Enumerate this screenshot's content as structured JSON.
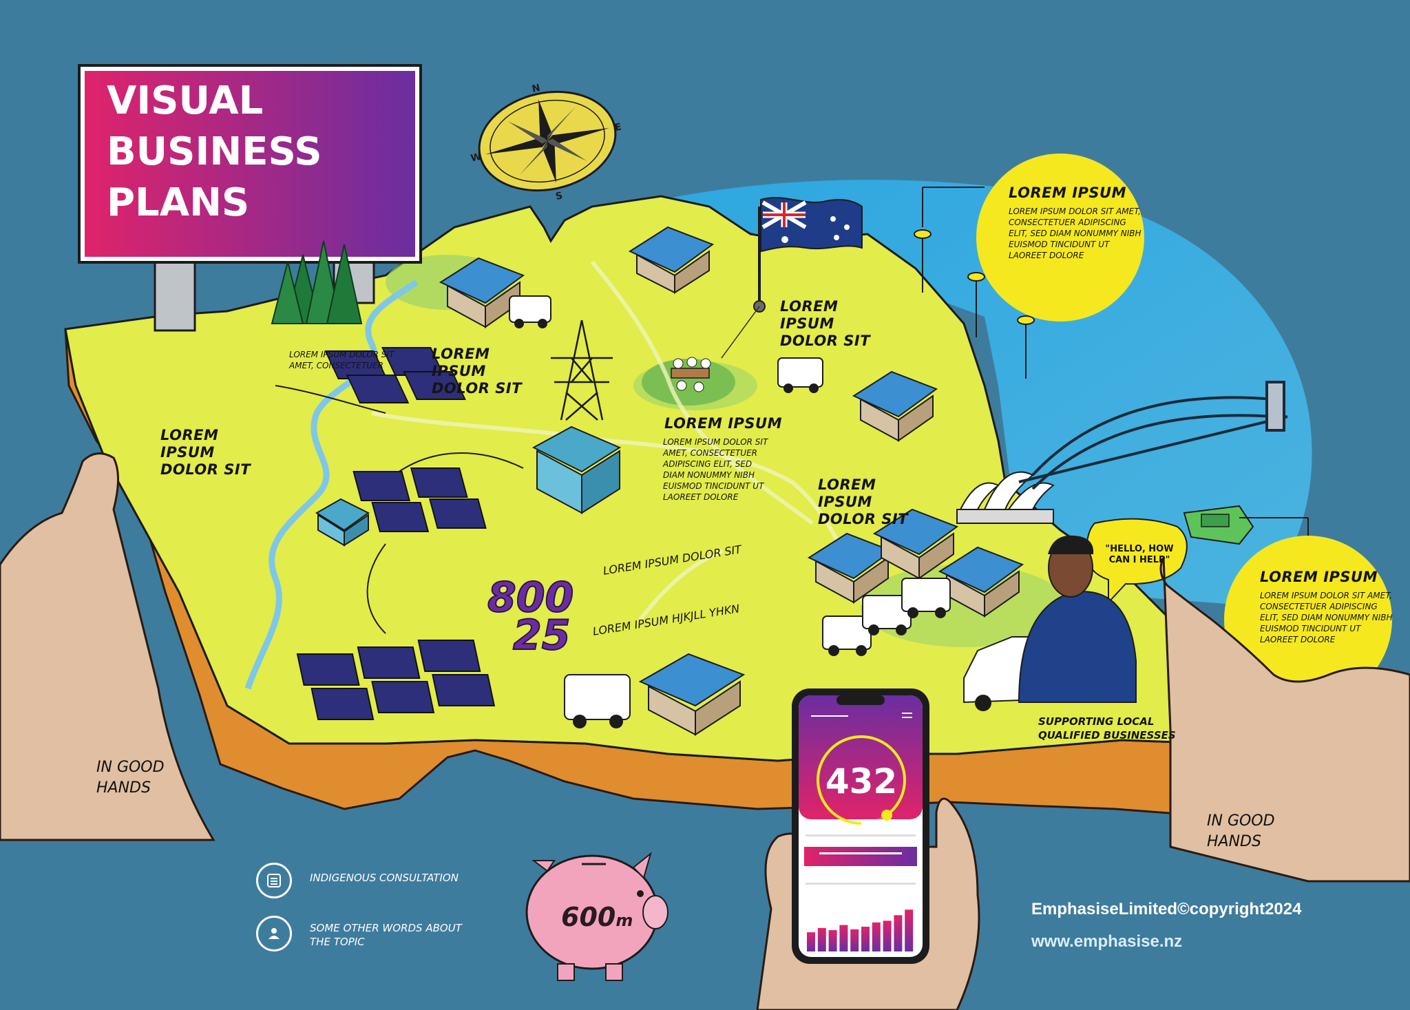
{
  "title": {
    "line1": "VISUAL",
    "line2": "BUSINESS",
    "line3": "PLANS"
  },
  "labels": {
    "forest": "LOREM IPSUM DOLOR SIT AMET, CONSECTETUER",
    "solar_west": "LOREM IPSUM DOLOR SIT",
    "tower": "LOREM IPSUM DOLOR SIT",
    "flag": "LOREM IPSUM DOLOR SIT",
    "camp_title": "LOREM IPSUM",
    "camp_body": "LOREM IPSUM DOLOR SIT AMET, CONSECTETUER ADIPISCING ELIT, SED DIAM NONUMMY NIBH EUISMOD TINCIDUNT UT LAOREET DOLORE",
    "village": "LOREM IPSUM DOLOR SIT",
    "stat1_caption": "LOREM IPSUM DOLOR SIT",
    "stat2_caption": "LOREM IPSUM HJKJLL YHKN",
    "supporting": "SUPPORTING LOCAL QUALIFIED BUSINESSES"
  },
  "stats": {
    "first": "800",
    "second": "25"
  },
  "callouts": {
    "top_title": "LOREM IPSUM",
    "top_body": "LOREM IPSUM DOLOR SIT AMET, CONSECTETUER ADIPISCING ELIT, SED DIAM NONUMMY NIBH EUISMOD TINCIDUNT UT LAOREET DOLORE",
    "right_title": "LOREM IPSUM",
    "right_body": "LOREM IPSUM DOLOR SIT AMET, CONSECTETUER ADIPISCING ELIT, SED DIAM NONUMMY NIBH EUISMOD TINCIDUNT UT LAOREET DOLORE"
  },
  "speech": "\"HELLO, HOW CAN I HELP\"",
  "hands": {
    "left": "IN GOOD HANDS",
    "right": "IN GOOD HANDS"
  },
  "compass": {
    "n": "N",
    "e": "E",
    "s": "S",
    "w": "W"
  },
  "phone": {
    "score": "432",
    "gauge_fraction": 0.9,
    "bars": [
      0.45,
      0.55,
      0.5,
      0.62,
      0.52,
      0.58,
      0.68,
      0.72,
      0.85,
      0.98
    ]
  },
  "piggy": {
    "amount": "600",
    "unit": "m"
  },
  "legend": [
    {
      "icon": "list-icon",
      "text": "INDIGENOUS CONSULTATION"
    },
    {
      "icon": "person-icon",
      "text": "SOME OTHER WORDS ABOUT THE TOPIC"
    }
  ],
  "footer": {
    "copyright": "EmphasiseLimited©copyright2024",
    "website": "www.emphasise.nz"
  },
  "colors": {
    "background": "#3e7c9e",
    "land": "#e2ec4a",
    "cliff": "#e08d2f",
    "sign_gradient_start": "#e0236a",
    "sign_gradient_end": "#6a2ea0",
    "callout_yellow": "#f5e81f",
    "sea": "#2ea7e0",
    "solar_panel": "#2e2f7a",
    "roof": "#3c8fd1",
    "piggy": "#f2a4bc",
    "skin": "#e0bfa2"
  }
}
